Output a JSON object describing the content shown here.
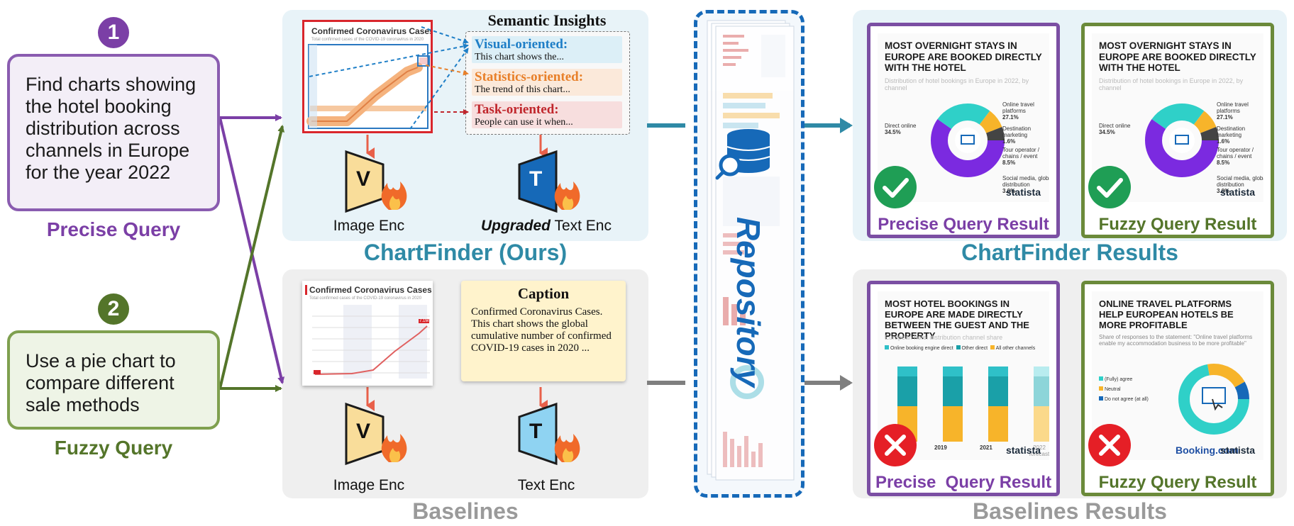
{
  "queries": {
    "precise": {
      "badge": "1",
      "text": "Find charts showing the hotel booking distribution across channels in Europe for the year 2022",
      "label": "Precise Query",
      "color": "#7b3fa6"
    },
    "fuzzy": {
      "badge": "2",
      "text": "Use a pie chart to compare different sale methods",
      "label": "Fuzzy Query",
      "color": "#54752a"
    }
  },
  "chartfinder": {
    "title": "ChartFinder (Ours)",
    "chart": {
      "title": "Confirmed Coronavirus Cases",
      "subtitle": "Total confirmed cases of the COVID-19 coronavirus in 2020"
    },
    "insights": {
      "title": "Semantic Insights",
      "items": [
        {
          "head": "Visual-oriented:",
          "body": "This chart shows the...",
          "color": "#1f7fc7",
          "bg": "#dceff7"
        },
        {
          "head": "Statistics-oriented:",
          "body": "The trend of this chart...",
          "color": "#e8802a",
          "bg": "#fbe9da"
        },
        {
          "head": "Task-oriented:",
          "body": "People can use it when...",
          "color": "#c0262c",
          "bg": "#f7dede"
        }
      ]
    },
    "image_encoder": {
      "letter": "V",
      "label": "Image Enc"
    },
    "text_encoder": {
      "letter": "T",
      "label_bold": "Upgraded",
      "label_rest": " Text Enc"
    }
  },
  "baselines": {
    "title": "Baselines",
    "chart": {
      "title": "Confirmed Coronavirus Cases",
      "subtitle": "Total confirmed cases of the COVID-19 coronavirus in 2020",
      "tag": "7.1M"
    },
    "caption": {
      "title": "Caption",
      "text": "Confirmed Coronavirus Cases. This chart shows the global cumulative number of confirmed COVID-19 cases in 2020 ..."
    },
    "image_encoder": {
      "letter": "V",
      "label": "Image Enc"
    },
    "text_encoder": {
      "letter": "T",
      "label": "Text Enc"
    }
  },
  "repository": {
    "label": "Repository"
  },
  "chartfinder_results": {
    "title": "ChartFinder Results",
    "cards": [
      {
        "label": "Precise Query Result",
        "status": "correct"
      },
      {
        "label": "Fuzzy Query Result",
        "status": "correct"
      }
    ],
    "chart": {
      "title": "MOST OVERNIGHT STAYS IN EUROPE ARE BOOKED DIRECTLY WITH THE HOTEL",
      "subtitle": "Distribution of hotel bookings in Europe in 2022, by channel",
      "labels": [
        {
          "name": "Direct online",
          "value": "34.5%"
        },
        {
          "name": "Online travel platforms",
          "value": "27.1%"
        },
        {
          "name": "Destination marketing",
          "value": "1.6%"
        },
        {
          "name": "Tour operator / chains / event",
          "value": "8.5%"
        },
        {
          "name": "Social media, global distribution",
          "value": "3.0%"
        }
      ],
      "brand": "statista"
    }
  },
  "baseline_results": {
    "title": "Baselines Results",
    "cards": [
      {
        "label": "Precise  Query Result",
        "status": "wrong"
      },
      {
        "label": "Fuzzy Query Result",
        "status": "wrong"
      }
    ],
    "chart1": {
      "title": "MOST HOTEL BOOKINGS IN EUROPE ARE MADE DIRECTLY BETWEEN THE GUEST AND THE PROPERTY",
      "subtitle": "European hotel distribution channel share",
      "legend": [
        "Online booking engine direct",
        "Other direct",
        "All other channels"
      ],
      "x": [
        "2019",
        "2021",
        "2022 forecast"
      ],
      "brand": "statista"
    },
    "chart2": {
      "title": "ONLINE TRAVEL PLATFORMS HELP EUROPEAN HOTELS BE MORE PROFITABLE",
      "subtitle": "Share of responses to the statement: \"Online travel platforms enable my accommodation business to be more profitable\"",
      "legend": [
        "(Fully) agree",
        "Neutral",
        "Do not agree (at all)"
      ],
      "brand": "statista",
      "partner": "Booking.com"
    }
  }
}
